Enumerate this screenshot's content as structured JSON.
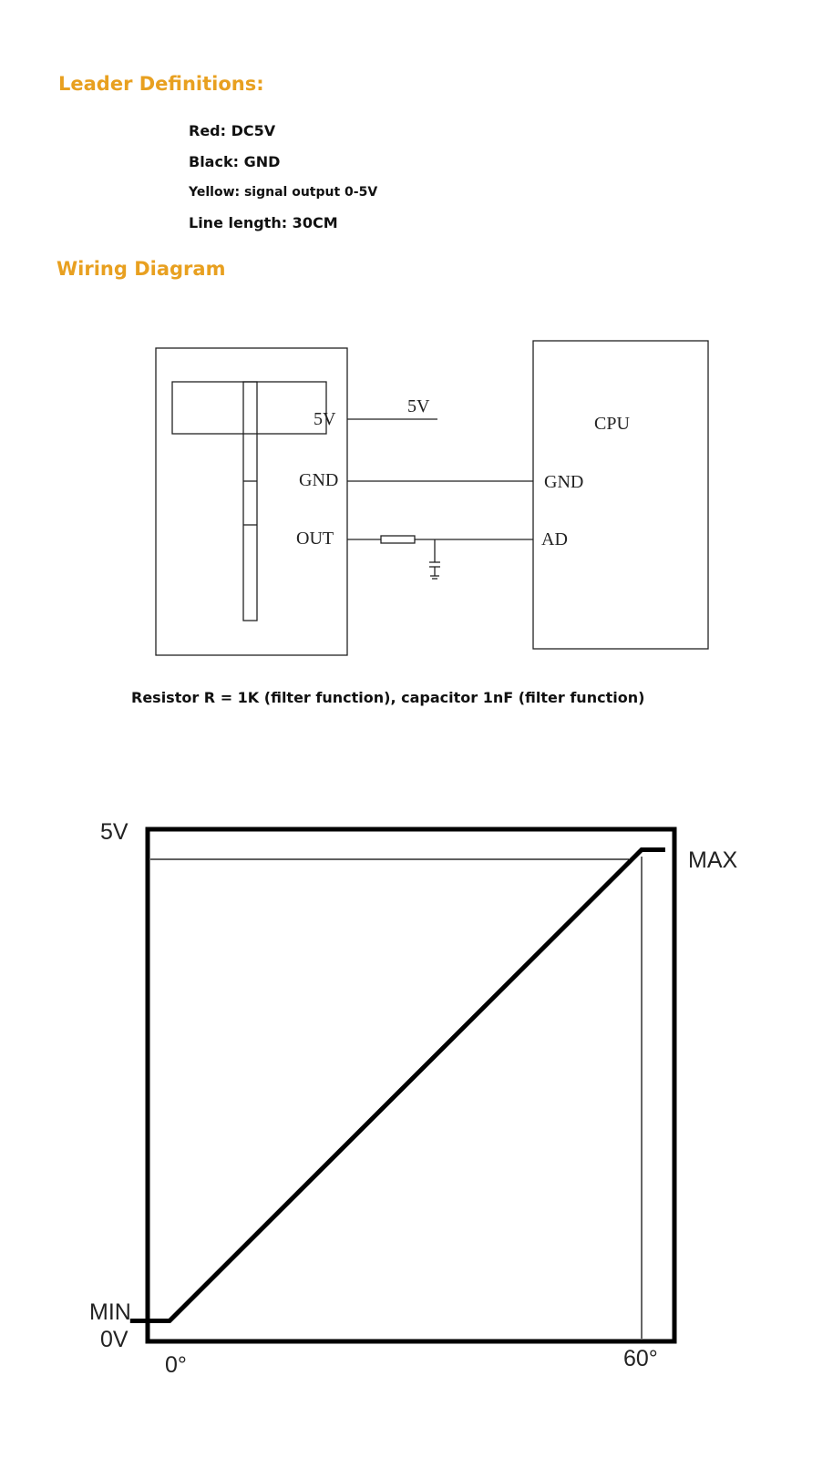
{
  "leader": {
    "title": "Leader Definitions:",
    "items": [
      "Red: DC5V",
      "Black: GND",
      "Yellow: signal output 0-5V",
      "Line length: 30CM"
    ]
  },
  "wiring": {
    "title": "Wiring Diagram",
    "sensor_pins": {
      "v5": "5V",
      "gnd": "GND",
      "out": "OUT"
    },
    "supply_label": "5V",
    "cpu": {
      "label": "CPU",
      "gnd": "GND",
      "ad": "AD"
    },
    "caption": "Resistor R = 1K (filter function), capacitor 1nF (filter function)"
  },
  "chart": {
    "y_top": "5V",
    "y_bottom": "0V",
    "min_label": "MIN",
    "max_label": "MAX",
    "x_start": "0°",
    "x_end": "60°"
  },
  "chart_data": {
    "type": "line",
    "series": [
      {
        "x": [
          -5,
          0,
          60,
          63
        ],
        "y": [
          0.2,
          0.2,
          4.8,
          4.8
        ]
      }
    ],
    "x_ticks": [
      "0°",
      "60°"
    ],
    "y_ticks": [
      "0V",
      "5V"
    ],
    "annotations": [
      "MIN",
      "MAX"
    ],
    "xlim": [
      -5,
      63
    ],
    "ylim": [
      0,
      5
    ]
  }
}
